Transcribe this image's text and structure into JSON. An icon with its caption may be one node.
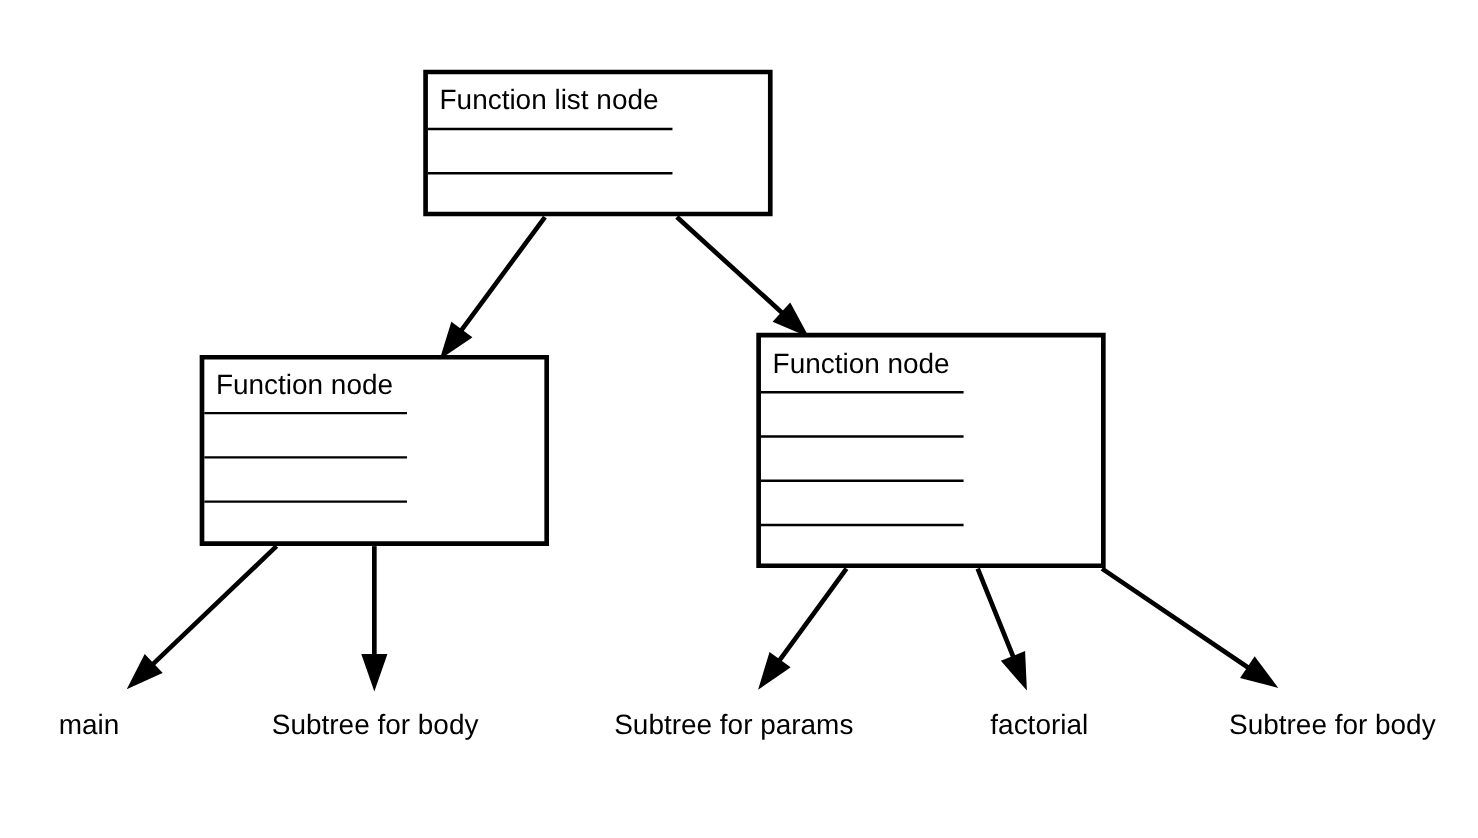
{
  "diagram": {
    "nodes": [
      {
        "text": [
          "Function list node"
        ]
      },
      {
        "text": [
          "Function node"
        ]
      },
      {
        "text": [
          "main"
        ]
      },
      {
        "text": [
          "Subtree for body"
        ]
      },
      {
        "text": [
          "Function node"
        ]
      },
      {
        "text": [
          "Subtree for params"
        ]
      },
      {
        "text": [
          "factorial"
        ]
      },
      {
        "text": [
          "Subtree for body"
        ]
      }
    ],
    "edges": [
      {
        "from": 0,
        "to": 1,
        "arrow": "to"
      },
      {
        "from": 0,
        "to": 4,
        "arrow": "to"
      },
      {
        "from": 1,
        "to": 2,
        "arrow": "to"
      },
      {
        "from": 1,
        "to": 3,
        "arrow": "to"
      },
      {
        "from": 4,
        "to": 5,
        "arrow": "to"
      },
      {
        "from": 4,
        "to": 6,
        "arrow": "to"
      },
      {
        "from": 4,
        "to": 7,
        "arrow": "to"
      }
    ]
  }
}
